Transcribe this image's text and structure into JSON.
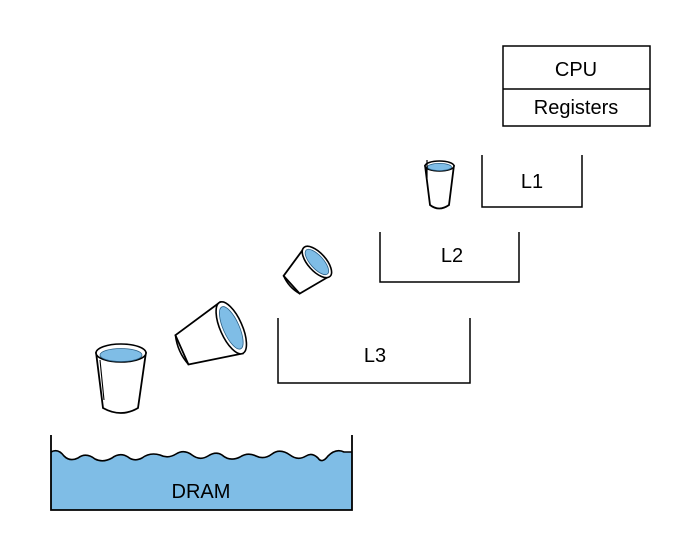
{
  "cpu": {
    "label": "CPU",
    "registers_label": "Registers"
  },
  "caches": {
    "l1": "L1",
    "l2": "L2",
    "l3": "L3"
  },
  "memory": {
    "label": "DRAM"
  },
  "colors": {
    "water": "#7fbde6",
    "water_dark": "#4a9bd2",
    "stroke": "#000000"
  },
  "icons": [
    "cup-icon"
  ]
}
